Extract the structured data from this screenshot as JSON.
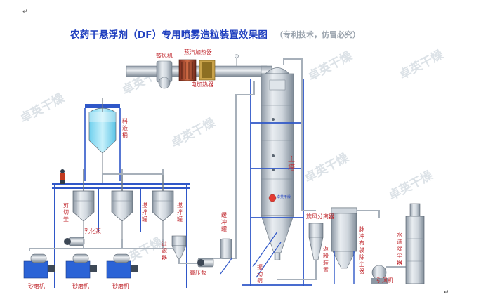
{
  "title": "农药干悬浮剂（DF）专用喷雾造粒装置效果图",
  "subtitle": "（专利技术，仿冒必究）",
  "watermark": "卓英干燥",
  "tower_badge": "卓英干燥",
  "paragraph_mark": "↵",
  "labels": {
    "blower": "鼓风机",
    "steam_heater": "蒸汽加热器",
    "electric_heater": "电加热器",
    "feed_tank": "料液桶",
    "shear_tank": "剪切釜",
    "emulsion_pump": "乳化泵",
    "stir_tank_1": "搅拌罐",
    "stir_tank_2": "搅拌罐",
    "filter": "过滤器",
    "high_pressure_pump": "高压泵",
    "buffer_tank": "缓冲罐",
    "main_tower": "主塔",
    "vibrating_screen": "振动筛",
    "cyclone": "旋风分离器",
    "powder_return": "返粉装置",
    "pulse_filter": "脉冲布袋除尘器",
    "induced_fan": "引风机",
    "water_scrubber": "水沫除尘器",
    "sand_mill_1": "砂磨机",
    "sand_mill_2": "砂磨机",
    "sand_mill_3": "砂磨机"
  },
  "colors": {
    "title": "#1f3fbf",
    "label": "#c0272d",
    "frame": "#2f57c8",
    "steel": "#b7c0c9",
    "liquid": "#8fdcf2"
  }
}
